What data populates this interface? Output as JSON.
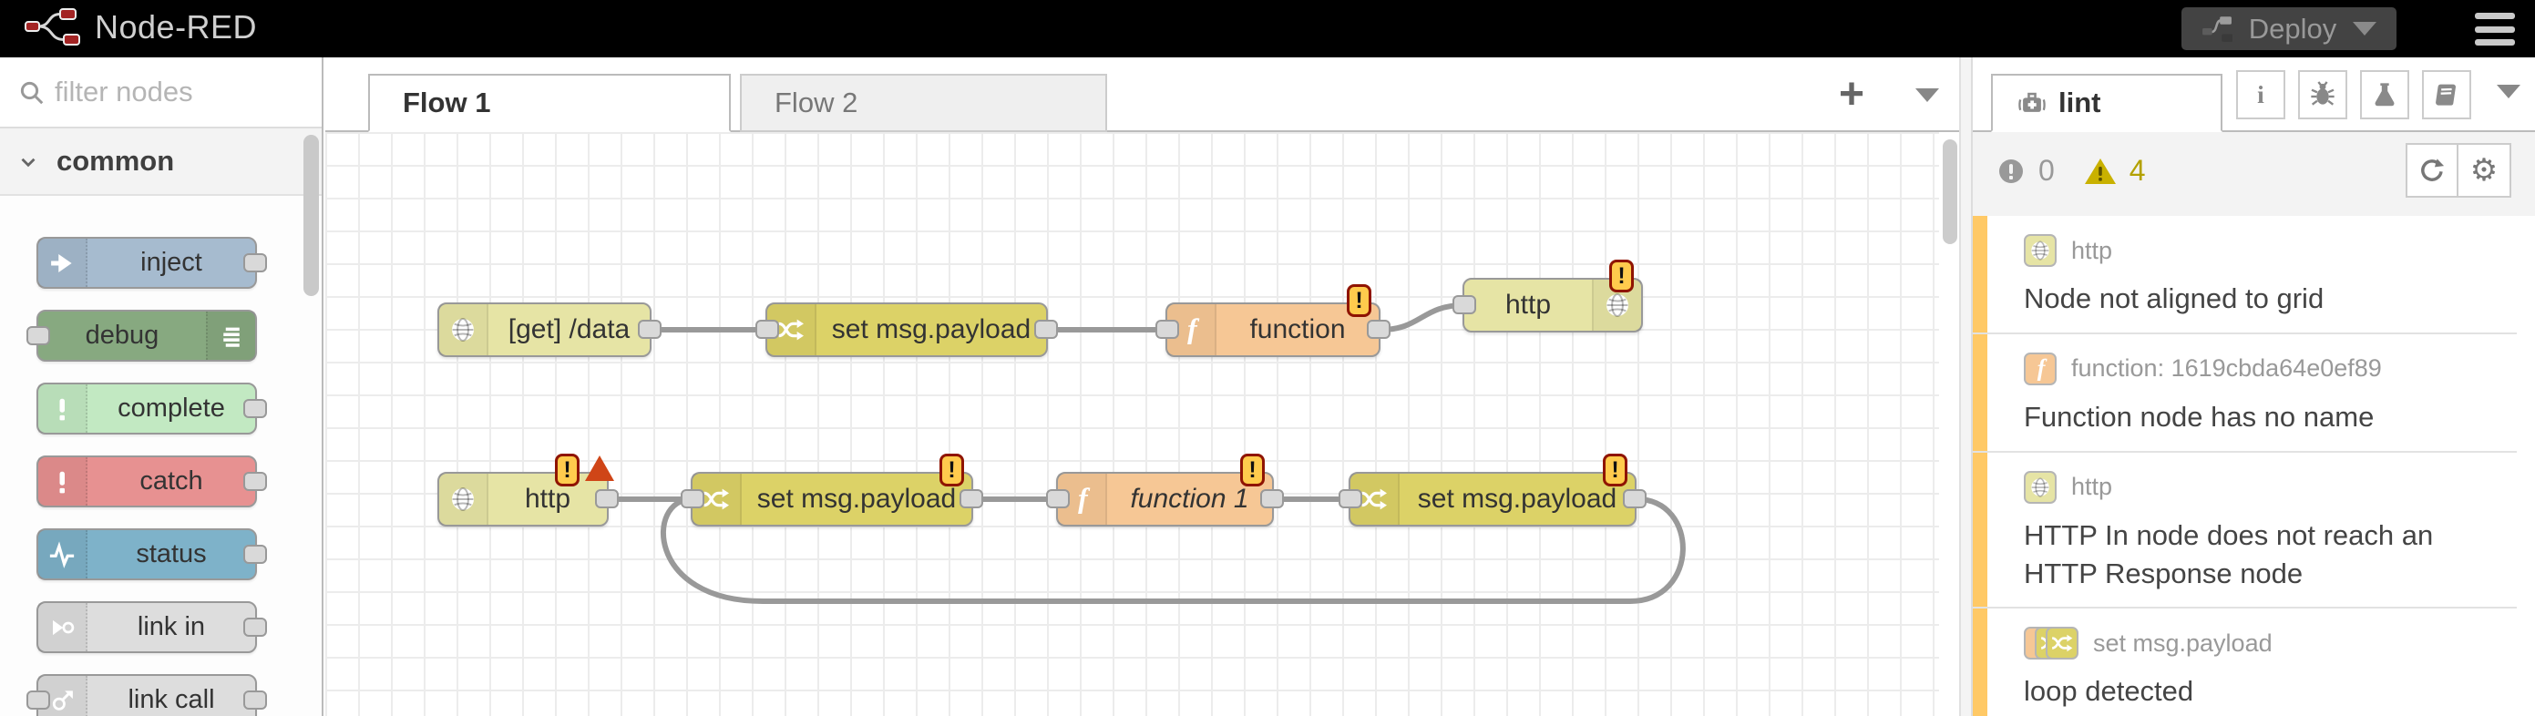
{
  "header": {
    "app_title": "Node-RED",
    "deploy_label": "Deploy"
  },
  "palette": {
    "search_placeholder": "filter nodes",
    "category_label": "common",
    "nodes": [
      {
        "label": "inject",
        "color": "#a6bbcf",
        "icon": "inject-arrow-icon",
        "ports": "out"
      },
      {
        "label": "debug",
        "color": "#87a980",
        "icon": "debug-list-icon",
        "ports": "in"
      },
      {
        "label": "complete",
        "color": "#c2e9c2",
        "icon": "exclamation-icon",
        "ports": "out"
      },
      {
        "label": "catch",
        "color": "#e79191",
        "icon": "exclamation-icon",
        "ports": "out"
      },
      {
        "label": "status",
        "color": "#7eb2c9",
        "icon": "pulse-icon",
        "ports": "out"
      },
      {
        "label": "link in",
        "color": "#dddddd",
        "icon": "link-in-icon",
        "ports": "out"
      },
      {
        "label": "link call",
        "color": "#dddddd",
        "icon": "link-call-icon",
        "ports": "both"
      }
    ]
  },
  "workspace": {
    "tabs": [
      {
        "label": "Flow 1",
        "active": true
      },
      {
        "label": "Flow 2",
        "active": false
      }
    ]
  },
  "canvas": {
    "nodes": [
      {
        "type": "http in",
        "label": "[get] /data",
        "color": "#e6e4a5"
      },
      {
        "type": "change",
        "label": "set msg.payload",
        "color": "#dcd267"
      },
      {
        "type": "function",
        "label": "function",
        "color": "#f6c795",
        "warning": true
      },
      {
        "type": "http response",
        "label": "http",
        "color": "#e6e4a5",
        "warning": true
      },
      {
        "type": "http in",
        "label": "http",
        "color": "#e6e4a5",
        "warning": true,
        "error": true
      },
      {
        "type": "change",
        "label": "set msg.payload",
        "color": "#dcd267",
        "warning": true
      },
      {
        "type": "function",
        "label": "function 1",
        "color": "#f6c795",
        "warning": true
      },
      {
        "type": "change",
        "label": "set msg.payload",
        "color": "#dcd267",
        "warning": true
      }
    ]
  },
  "sidebar": {
    "tab_label": "lint",
    "counts": {
      "errors": "0",
      "warnings": "4"
    },
    "colors": {
      "warning": "#c9b100",
      "error_gray": "#999999",
      "item_bar": "#ffc966"
    },
    "items": [
      {
        "node_label": "http",
        "message": "Node not aligned to grid",
        "icons": [
          {
            "type": "http",
            "color": "#e6e4a5"
          }
        ]
      },
      {
        "node_label": "function: 1619cbda64e0ef89",
        "message": "Function node has no name",
        "icons": [
          {
            "type": "function",
            "color": "#f6c795"
          }
        ]
      },
      {
        "node_label": "http",
        "message": "HTTP In node does not reach an HTTP Response node",
        "icons": [
          {
            "type": "http",
            "color": "#e6e4a5"
          }
        ]
      },
      {
        "node_label": "set msg.payload",
        "message": "loop detected",
        "icons": [
          {
            "type": "function",
            "color": "#f6c795"
          },
          {
            "type": "change",
            "color": "#dcd267"
          },
          {
            "type": "change",
            "color": "#dcd267"
          }
        ]
      }
    ]
  }
}
